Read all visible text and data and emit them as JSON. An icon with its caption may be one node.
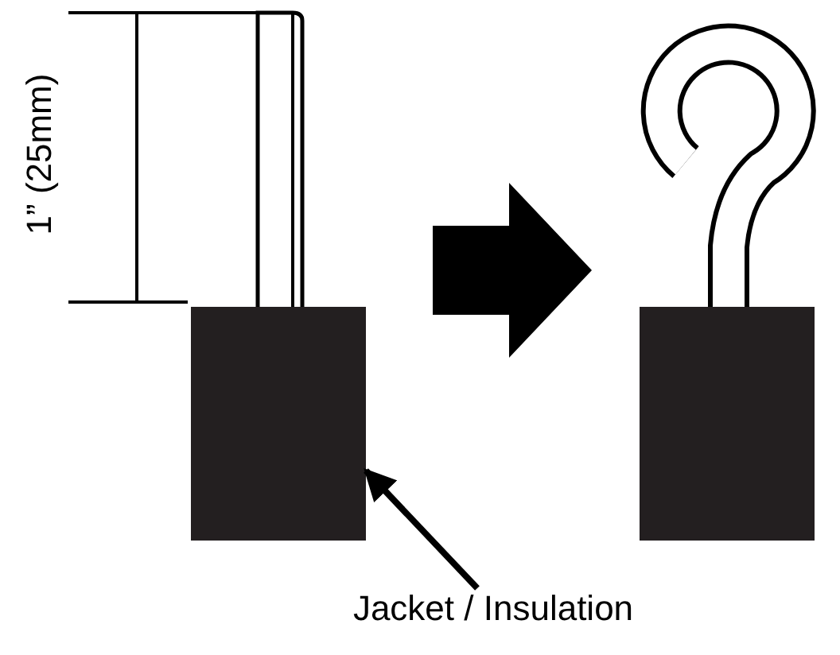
{
  "diagram": {
    "nodes": [
      {
        "text": [],
        "shape": "wire"
      },
      {
        "text": [],
        "shape": "wire"
      },
      {
        "text": [],
        "shape": "box"
      },
      {
        "text": [
          "Jacket / Insulation"
        ]
      }
    ],
    "edges": [
      {
        "from": 0,
        "to": 1,
        "arrow": "to",
        "style": "thick"
      },
      {
        "from": 3,
        "to": 2,
        "arrow": "to"
      }
    ],
    "labels": [
      "1” (25mm)"
    ]
  }
}
